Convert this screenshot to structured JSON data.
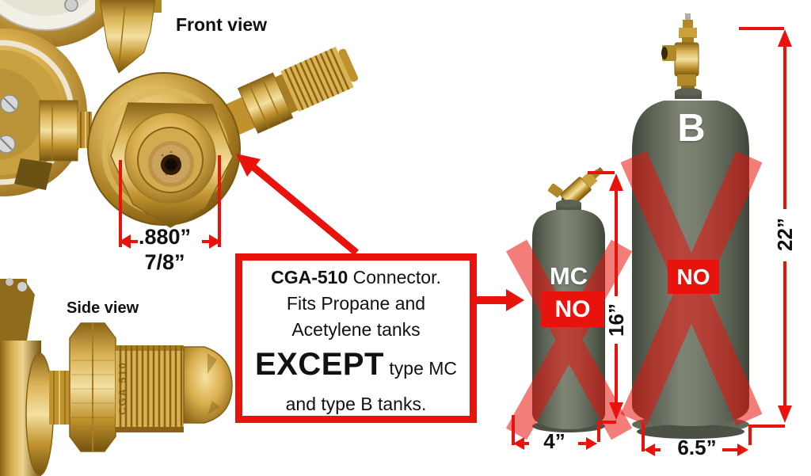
{
  "labels": {
    "front_view": "Front view",
    "side_view": "Side view"
  },
  "connector": {
    "stamp": "CGA 510"
  },
  "callout": {
    "line1_bold": "CGA-510",
    "line1_rest": " Connector.",
    "line2": "Fits Propane and",
    "line3": "Acetylene tanks",
    "line4_bold": "EXCEPT",
    "line4_rest": " type MC",
    "line5": "and type B tanks."
  },
  "dimensions": {
    "connector_decimal": ".880”",
    "connector_fraction": "7/8”",
    "mc_height": "16”",
    "mc_width": "4”",
    "b_height": "22”",
    "b_width": "6.5”"
  },
  "tanks": {
    "mc": {
      "label": "MC",
      "no": "NO"
    },
    "b": {
      "label": "B",
      "no": "NO"
    }
  },
  "colors": {
    "red": "#e8130d",
    "tank_gray_green": "#6b7163",
    "brass": "#d9b254"
  }
}
